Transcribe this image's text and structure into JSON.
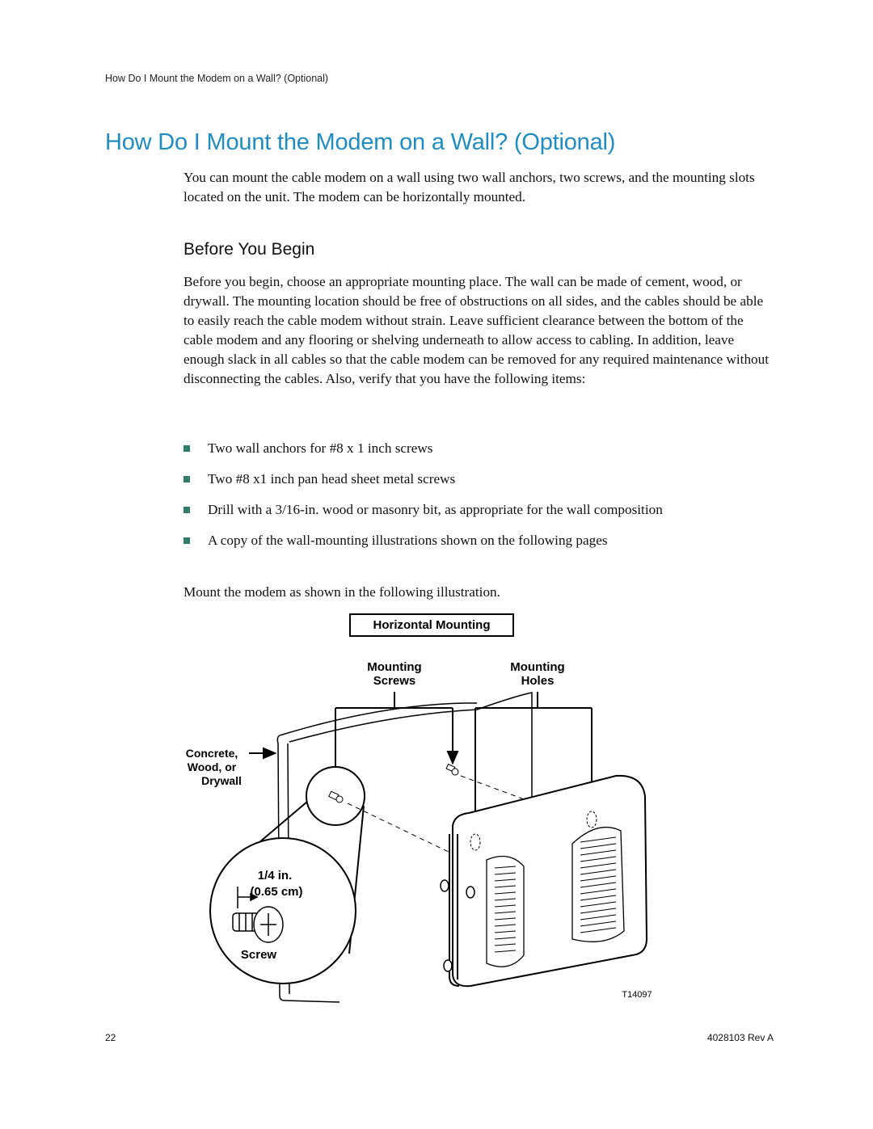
{
  "header": {
    "running_title": "How Do I Mount the Modem on a Wall? (Optional)"
  },
  "title": "How Do I Mount the Modem on a Wall? (Optional)",
  "intro": "You can mount the cable modem on a wall using two wall anchors, two screws, and the mounting slots located on the unit. The modem can be horizontally mounted.",
  "section": {
    "heading": "Before You Begin",
    "paragraph": "Before you begin, choose an appropriate mounting place. The wall can be made of cement, wood, or drywall. The mounting location should be free of obstructions on all sides, and the cables should be able to easily reach the cable modem without strain. Leave sufficient clearance between the bottom of the cable modem and any flooring or shelving underneath to allow access to cabling. In addition, leave enough slack in all cables so that the cable modem can be removed for any required maintenance without disconnecting the cables. Also, verify that you have the following items:",
    "items": [
      "Two wall anchors for #8 x 1 inch screws",
      "Two #8 x1 inch pan head sheet metal screws",
      "Drill with a 3/16-in. wood or masonry bit, as appropriate for the wall composition",
      "A copy of the wall-mounting illustrations shown on the following pages"
    ],
    "closing": "Mount the modem as shown in the following illustration."
  },
  "figure": {
    "title": "Horizontal Mounting",
    "label_screws_1": "Mounting",
    "label_screws_2": "Screws",
    "label_holes_1": "Mounting",
    "label_holes_2": "Holes",
    "wall_1": "Concrete,",
    "wall_2": "Wood, or",
    "wall_3": "Drywall",
    "dim_1": "1/4 in.",
    "dim_2": "(0.65 cm)",
    "screw": "Screw",
    "figure_id": "T14097"
  },
  "footer": {
    "page_number": "22",
    "doc_id": "4028103 Rev A"
  },
  "colors": {
    "heading": "#1f8cc2",
    "bullet": "#2f7d6a"
  }
}
